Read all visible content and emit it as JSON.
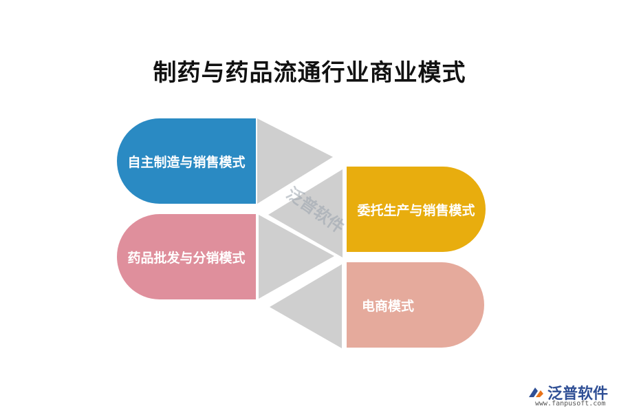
{
  "title": "制药与药品流通行业商业模式",
  "models": [
    {
      "label": "自主制造与销售模式",
      "color": "#2a8ac3"
    },
    {
      "label": "药品批发与分销模式",
      "color": "#df8f9c"
    },
    {
      "label": "委托生产与销售模式",
      "color": "#e8ad0e"
    },
    {
      "label": "电商模式",
      "color": "#e5aa9c"
    }
  ],
  "watermark": "泛普软件",
  "footer": {
    "brand": "泛普软件",
    "url": "www.fanpusoft.com"
  }
}
